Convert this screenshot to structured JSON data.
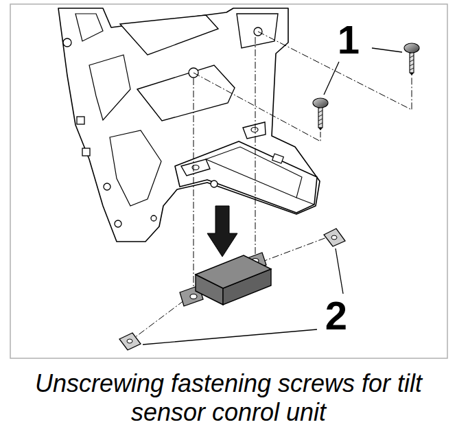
{
  "diagram": {
    "caption": "Unscrewing fastening screws for tilt sensor conrol unit",
    "labels": [
      "1",
      "2"
    ]
  }
}
